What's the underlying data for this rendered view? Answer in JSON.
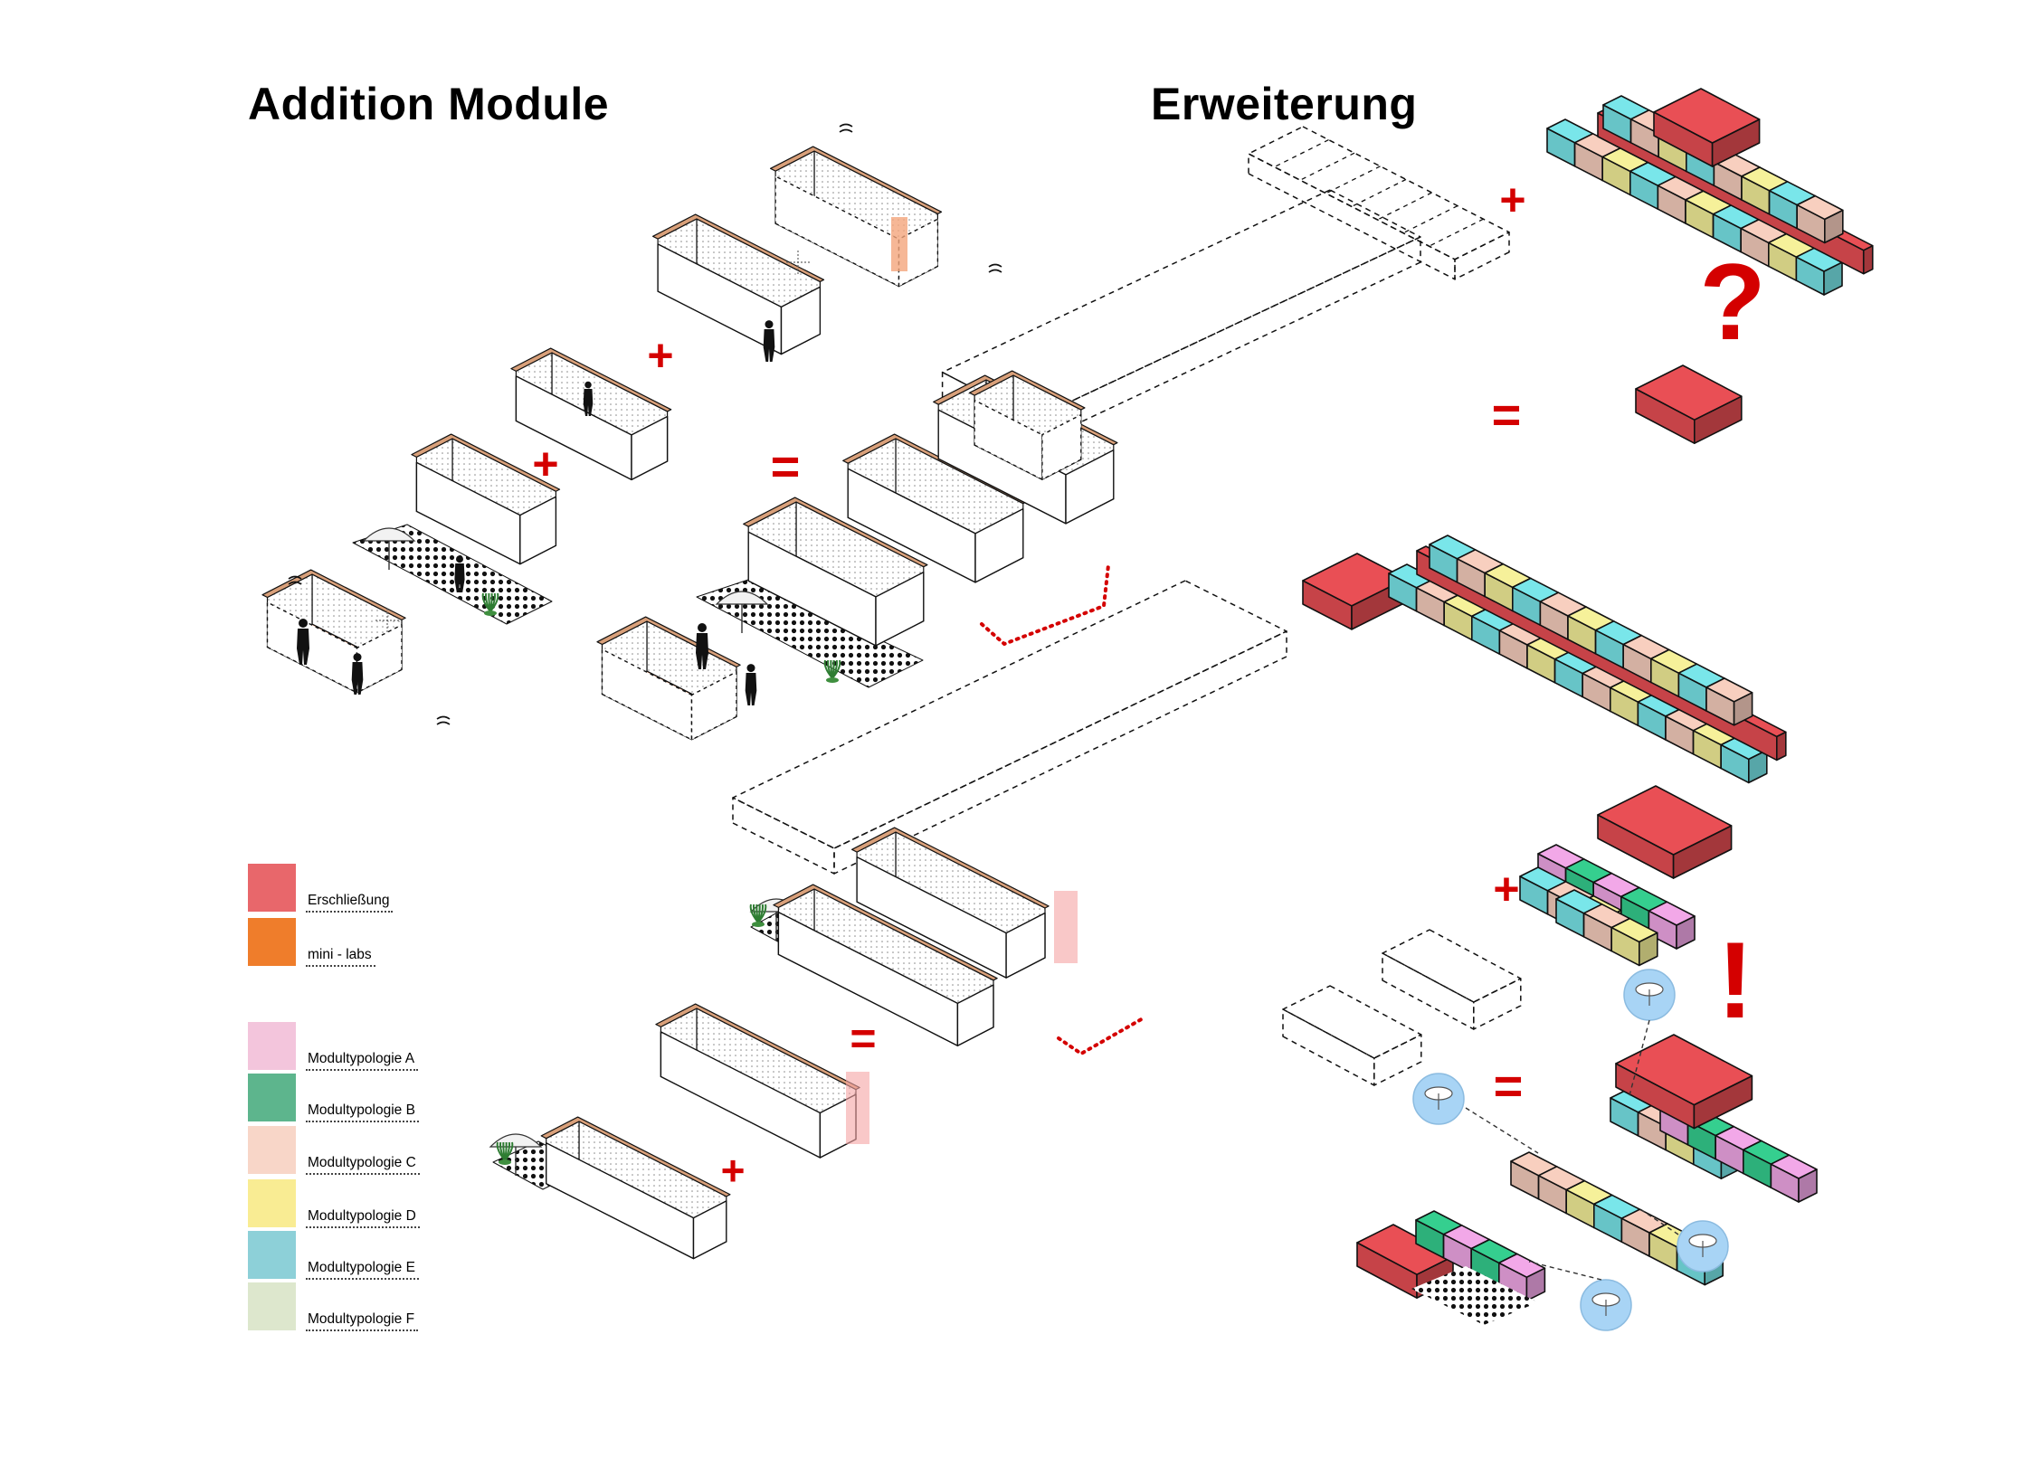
{
  "titles": {
    "addition": "Addition Module",
    "extension": "Erweiterung"
  },
  "operators": {
    "plus": "+",
    "equals": "=",
    "question": "?",
    "exclamation": "!"
  },
  "legend": [
    {
      "label": "Erschließung",
      "color": "#e8676b"
    },
    {
      "label": "mini - labs",
      "color": "#ef7d2b"
    },
    {
      "label": "Modultypologie A",
      "color": "#f3c5dc"
    },
    {
      "label": "Modultypologie B",
      "color": "#5db58d"
    },
    {
      "label": "Modultypologie C",
      "color": "#f8d6c8"
    },
    {
      "label": "Modultypologie D",
      "color": "#f9ec93"
    },
    {
      "label": "Modultypologie E",
      "color": "#8dd0d8"
    },
    {
      "label": "Modultypologie F",
      "color": "#dde7cd"
    }
  ],
  "colors": {
    "erschliessung": "#e94f55",
    "mini_labs": "#f4a57c",
    "typ_a": "#f2a8e8",
    "typ_b": "#35cf8f",
    "typ_c": "#f8cfbf",
    "typ_d": "#f6f19a",
    "typ_e": "#79e6ea",
    "wall_top": "#d9a07a",
    "operator": "#d40000",
    "bubble": "#a8d4f5"
  },
  "icons": [
    "person-silhouette-icon",
    "plant-icon",
    "umbrella-icon",
    "bed-icon",
    "sofa-icon",
    "bubble-table-icon",
    "wifi-signal-icon"
  ]
}
